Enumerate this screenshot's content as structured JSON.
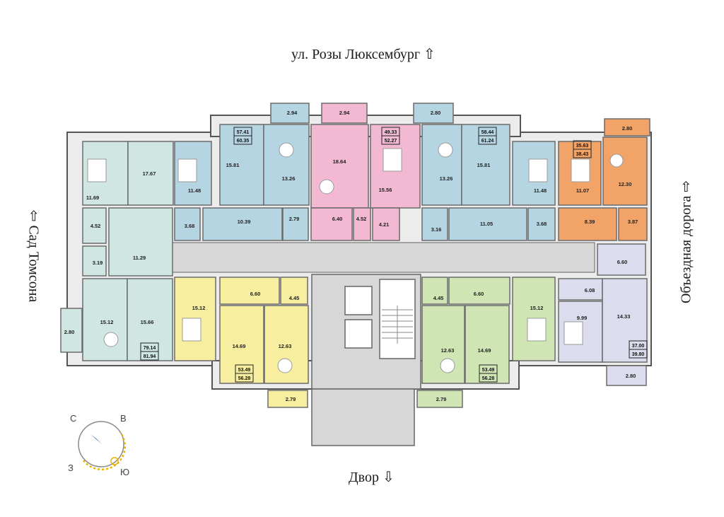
{
  "streets": {
    "top": "ул. Розы Люксембург ⇧",
    "bottom": "Двор ⇩",
    "left": "⇦ Сад Томсона",
    "right": "Объездная дорога ⇨"
  },
  "compass": {
    "north": "С",
    "east": "В",
    "west": "З",
    "south": "Ю"
  },
  "colors": {
    "teal": "#cfe6e3",
    "blue": "#b6d5e3",
    "pink": "#f3b8d2",
    "orange": "#f2a468",
    "yellow": "#f7ef9f",
    "green": "#cfe5b4",
    "lavender": "#dcdcef",
    "corridor": "#d7d7d7"
  },
  "apartment_areas": [
    {
      "id": "teal-left",
      "values": [
        "79.14",
        "81.94"
      ]
    },
    {
      "id": "blue-1",
      "values": [
        "57.41",
        "60.35"
      ]
    },
    {
      "id": "pink",
      "values": [
        "49.33",
        "52.27"
      ]
    },
    {
      "id": "blue-2",
      "values": [
        "58.44",
        "61.24"
      ]
    },
    {
      "id": "orange",
      "values": [
        "35.63",
        "38.43"
      ]
    },
    {
      "id": "yellow",
      "values": [
        "53.49",
        "56.28"
      ]
    },
    {
      "id": "green",
      "values": [
        "53.49",
        "56.28"
      ]
    },
    {
      "id": "lavender",
      "values": [
        "37.00",
        "39.80"
      ]
    }
  ],
  "rooms": {
    "t1": "11.69",
    "t2": "17.67",
    "t3": "4.52",
    "t4": "3.19",
    "t5": "11.29",
    "t6": "15.12",
    "t7": "15.66",
    "t8": "2.80",
    "b1": "11.48",
    "b2": "15.81",
    "b3": "13.26",
    "b4": "3.68",
    "b5": "10.39",
    "b6": "2.79",
    "b7": "2.94",
    "p1": "18.64",
    "p2": "15.56",
    "p3": "6.40",
    "p4": "4.52",
    "p5": "4.21",
    "p6": "2.94",
    "c1": "13.26",
    "c2": "15.81",
    "c3": "11.48",
    "c4": "3.16",
    "c5": "11.05",
    "c6": "3.68",
    "c7": "2.80",
    "o1": "11.07",
    "o2": "12.30",
    "o3": "8.39",
    "o4": "3.87",
    "o5": "2.80",
    "y1": "15.12",
    "y2": "6.60",
    "y3": "4.45",
    "y4": "14.69",
    "y5": "12.63",
    "y6": "2.79",
    "g1": "4.45",
    "g2": "6.60",
    "g3": "15.12",
    "g4": "12.63",
    "g5": "14.69",
    "g6": "2.79",
    "l1": "6.60",
    "l2": "6.08",
    "l3": "9.99",
    "l4": "14.33",
    "l5": "2.80"
  }
}
